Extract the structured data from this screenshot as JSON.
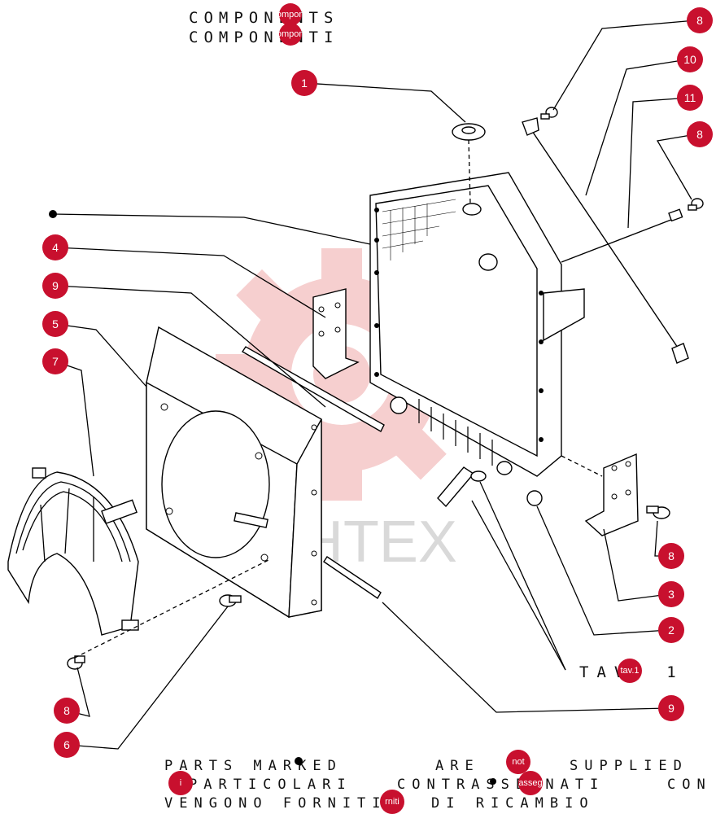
{
  "header": {
    "line1": "COMPONENTS",
    "line2": "COMPONENTI",
    "badge": "compone"
  },
  "callouts": {
    "c1": "1",
    "c2": "2",
    "c3": "3",
    "c4": "4",
    "c5": "5",
    "c6": "6",
    "c7": "7",
    "c8a": "8",
    "c8b": "8",
    "c8c": "8",
    "c8d": "8",
    "c9a": "9",
    "c9b": "9",
    "c10": "10",
    "c11": "11"
  },
  "tav": {
    "label": "TAV. 1",
    "badge": "tav.1"
  },
  "footer": {
    "line1_a": "PARTS MARKED",
    "line1_b": "ARE",
    "line1_c": "SUPPLIED",
    "line2_a": "PARTICOLARI",
    "line2_b": "CONTRASSEGNATI",
    "line2_c": "CON",
    "line3_a": "VENGONO FORNITI",
    "line3_b": "DI RICAMBIO",
    "badge_not": "not",
    "badge_i": "i",
    "badge_asseg": "asseg",
    "badge_miti": "rniti"
  },
  "watermark": {
    "text": "ИНТЕХ"
  },
  "colors": {
    "callout": "#c8102e",
    "watermark": "#f4c7c7"
  }
}
